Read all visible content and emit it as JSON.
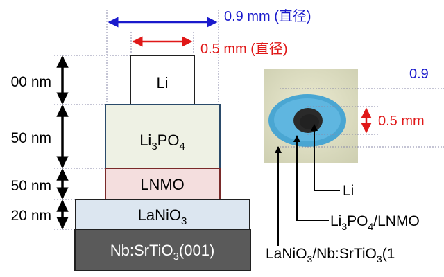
{
  "top_dim": {
    "value": "0.9 mm (直径)",
    "color": "#1a1acc"
  },
  "mid_dim": {
    "value": "0.5 mm (直径)",
    "color": "#e01818"
  },
  "layers": {
    "li": {
      "label": "Li",
      "fill": "#ffffff"
    },
    "lipo": {
      "base": "Li",
      "sub1": "3",
      "mid": "PO",
      "sub2": "4",
      "fill": "#eef1e4"
    },
    "lnmo": {
      "label": "LNMO",
      "fill": "#f4dede"
    },
    "lanio": {
      "base": "LaNiO",
      "sub": "3",
      "fill": "#dce6f0"
    },
    "substrate": {
      "base": "Nb:SrTiO",
      "sub": "3",
      "tail": "(001)",
      "fill": "#5a5a5a"
    }
  },
  "thickness": {
    "li": "00 nm",
    "lipo": "50 nm",
    "lnmo": "50 nm",
    "lanio": "20 nm"
  },
  "photo": {
    "dim_top": "0.9",
    "dim_mid": "0.5 mm",
    "callouts": {
      "li": "Li",
      "lipo": {
        "b1": "Li",
        "s1": "3",
        "b2": "PO",
        "s2": "4",
        "tail": "/LNMO"
      },
      "lanio": {
        "b1": "LaNiO",
        "s1": "3",
        "b2": "/Nb:SrTiO",
        "s2": "3",
        "tail": "(1"
      }
    }
  }
}
